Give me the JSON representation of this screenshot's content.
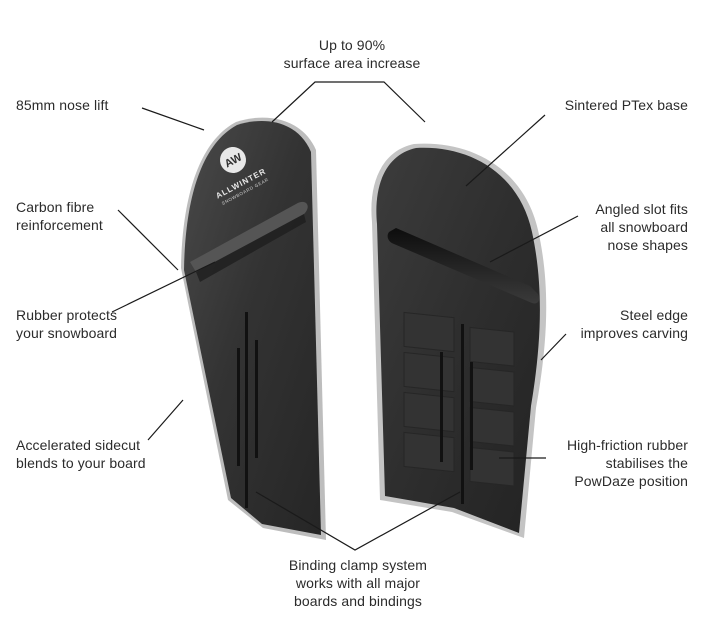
{
  "brand": {
    "logo_text": "ALLWINTER",
    "logo_sub": "SNOWBOARD GEAR",
    "logo_mark": "AW"
  },
  "colors": {
    "board_dark": "#2b2b2b",
    "board_mid": "#3a3a3a",
    "board_edge": "#c9c9c9",
    "slot": "#111111",
    "text": "#2b2b2b",
    "leader": "#1a1a1a"
  },
  "callouts": {
    "surface_area": {
      "line1": "Up to 90%",
      "line2": "surface area increase"
    },
    "nose_lift": {
      "line1": "85mm nose lift"
    },
    "carbon": {
      "line1": "Carbon fibre",
      "line2": "reinforcement"
    },
    "rubber_protects": {
      "line1": "Rubber protects",
      "line2": "your snowboard"
    },
    "sidecut": {
      "line1": "Accelerated sidecut",
      "line2": "blends to your board"
    },
    "ptex": {
      "line1": "Sintered PTex base"
    },
    "angled_slot": {
      "line1": "Angled slot fits",
      "line2": "all snowboard",
      "line3": "nose shapes"
    },
    "steel_edge": {
      "line1": "Steel edge",
      "line2": "improves carving"
    },
    "high_friction": {
      "line1": "High-friction rubber",
      "line2": "stabilises the",
      "line3": "PowDaze position"
    },
    "binding_clamp": {
      "line1": "Binding clamp system",
      "line2": "works with all major",
      "line3": "boards and bindings"
    }
  }
}
